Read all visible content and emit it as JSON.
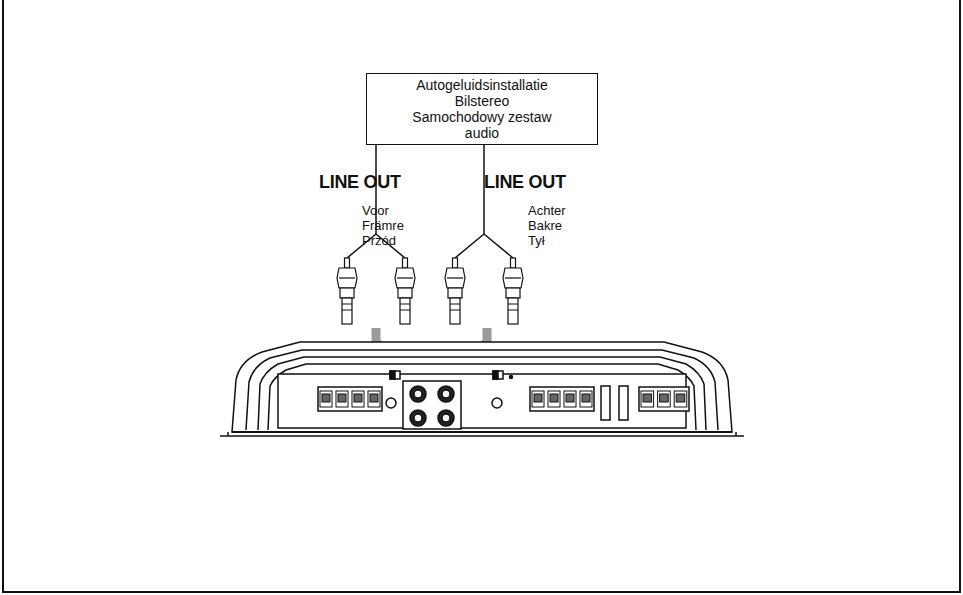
{
  "diagram": {
    "nodes": [
      {
        "text": [
          "Autogeluidsinstallatie",
          "Bilstereo",
          "Samochodowy zestaw audio"
        ]
      }
    ],
    "labels": [
      "LINE OUT",
      "LINE OUT",
      "Voor",
      "Främre",
      "Przód",
      "Achter",
      "Bakre",
      "Tył"
    ]
  }
}
